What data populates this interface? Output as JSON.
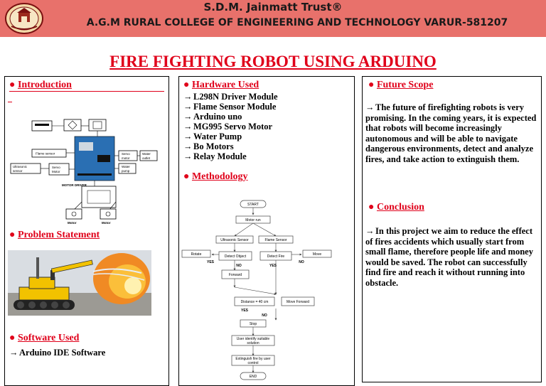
{
  "header": {
    "trust": "S.D.M. Jainmatt Trust®",
    "college": "A.G.M RURAL COLLEGE OF ENGINEERING AND TECHNOLOGY VARUR-581207"
  },
  "title": "FIRE FIGHTING ROBOT USING ARDUINO",
  "bullet": "●",
  "arrow": "→",
  "colors": {
    "banner": "#e8716b",
    "accent": "#e0001a"
  },
  "introduction": {
    "heading": "Introduction",
    "block_diagram": {
      "flame_sensor": "Flame sensor",
      "servo_motor_top": "Servo",
      "servo_motor_top2": "motor",
      "water_outlet": "Water",
      "water_outlet2": "outlet",
      "water_pump": "Water",
      "water_pump2": "pump",
      "ultrasonic": "Ultrasonic",
      "ultrasonic2": "sensor",
      "servo_left": "Servo",
      "servo_left2": "Motor",
      "motor_driver": "MOTOR DRIVER",
      "motor_left": "Motor",
      "motor_right": "Motor"
    }
  },
  "problem": {
    "heading": "Problem Statement"
  },
  "software": {
    "heading": "Software Used",
    "items": [
      "Arduino IDE Software"
    ]
  },
  "hardware": {
    "heading": "Hardware Used",
    "items": [
      "L298N Driver Module",
      "Flame Sensor Module",
      "Arduino uno",
      "MG995 Servo Motor",
      "Water Pump",
      "Bo Motors",
      "Relay Module"
    ]
  },
  "methodology": {
    "heading": "Methodology",
    "flow": {
      "start": "START",
      "motor_run": "Motor run",
      "ultrasonic": "Ultrasonic Sensor",
      "flame": "Flame Sensor",
      "rotate": "Rotate",
      "move": "Move",
      "detect_object": "Detect Object",
      "detect_fire": "Detect Fire",
      "yes1": "YES",
      "no1": "NO",
      "yes2": "YES",
      "no2": "NO",
      "forward": "Forward",
      "distance": "Distance = 40 cm",
      "move_forward": "Move Forward",
      "yes3": "YES",
      "no3": "NO",
      "stop": "Stop",
      "identify1": "User identify suitable",
      "identify2": "solution",
      "extinguish1": "Extinguish fire by user",
      "extinguish2": "control",
      "end": "END"
    }
  },
  "future": {
    "heading": "Future Scope",
    "text": "The future of firefighting robots is very promising. In the coming years, it is expected that robots will become increasingly autonomous and will be able to navigate dangerous environments, detect and analyze fires, and take action to extinguish them."
  },
  "conclusion": {
    "heading": "Conclusion",
    "text": "In this project we aim to reduce the effect of fires accidents which usually start from small flame, therefore people life and money would be saved. The robot can successfully find fire and reach it without running into obstacle."
  }
}
